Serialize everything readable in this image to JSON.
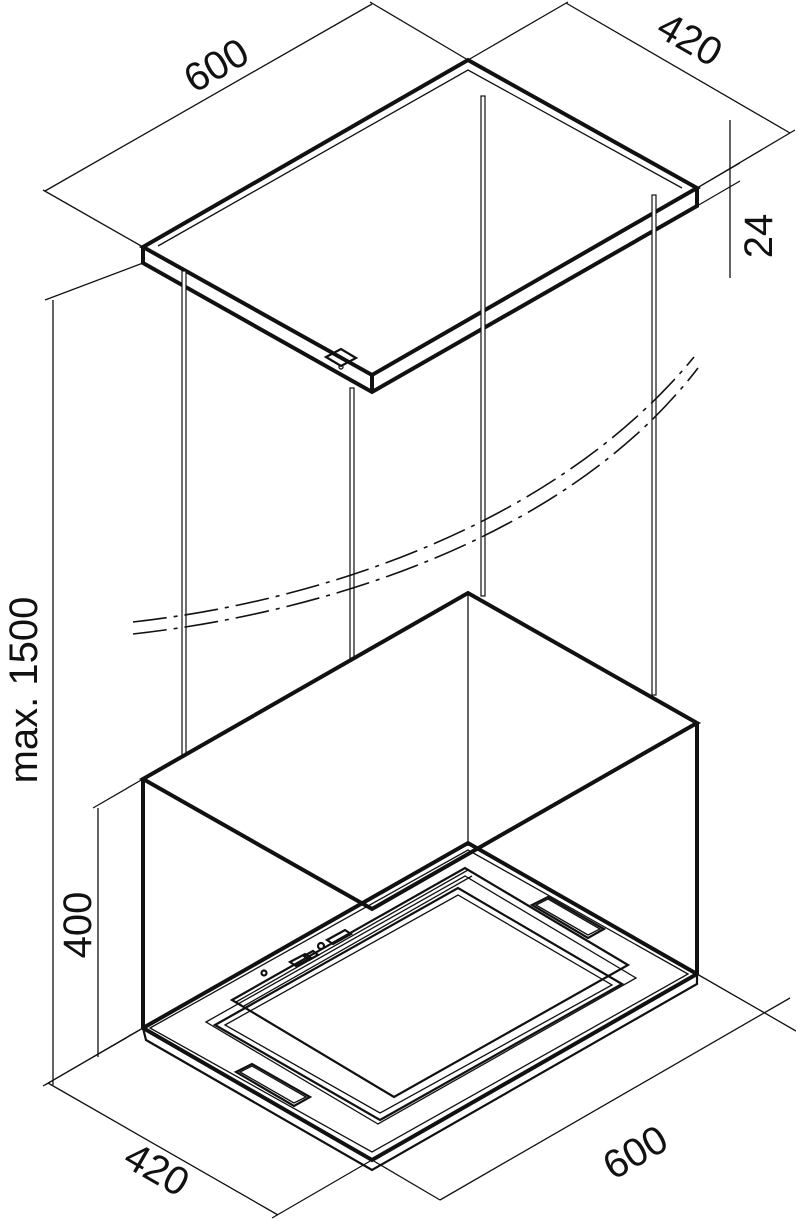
{
  "labels": {
    "canopy_width": "600",
    "canopy_depth": "420",
    "canopy_thickness": "24",
    "max_height": "max. 1500",
    "body_height": "400",
    "body_depth": "420",
    "body_width": "600"
  },
  "colors": {
    "line": "#111111",
    "background": "#ffffff"
  }
}
